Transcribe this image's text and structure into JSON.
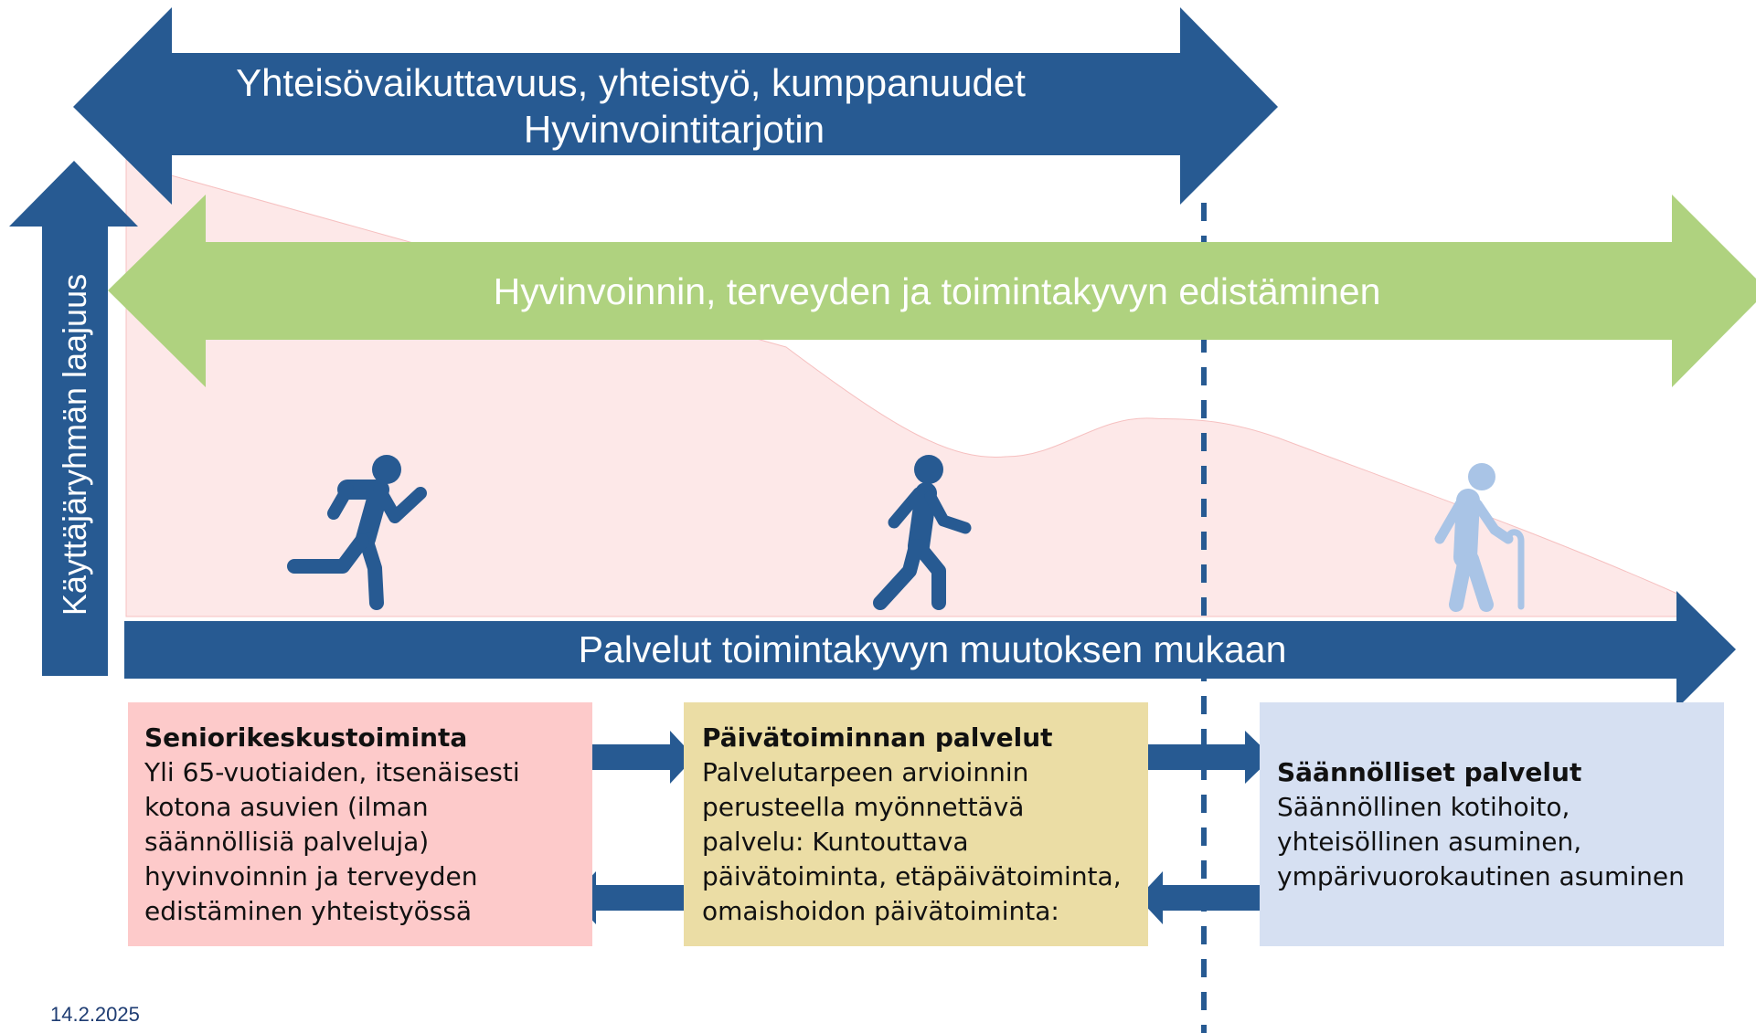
{
  "top_arrow": {
    "line1": "Yhteisövaikuttavuus, yhteistyö, kumppanuudet",
    "line2": "Hyvinvointitarjotin"
  },
  "green_arrow": {
    "label": "Hyvinvoinnin, terveyden ja toimintakyvyn edistäminen"
  },
  "vertical_arrow": {
    "label": "Käyttäjäryhmän laajuus"
  },
  "bottom_arrow": {
    "label": "Palvelut toimintakyvyn muutoksen mukaan"
  },
  "boxes": [
    {
      "heading": "Seniorikeskustoiminta",
      "body": "Yli 65-vuotiaiden, itsenäisesti\nkotona asuvien (ilman\nsäännöllisiä palveluja)\nhyvinvoinnin ja terveyden\nedistäminen yhteistyössä"
    },
    {
      "heading": "Päivätoiminnan palvelut",
      "body": "Palvelutarpeen arvioinnin\nperusteella myönnettävä\npalvelu: Kuntouttava\npäivätoiminta, etäpäivätoiminta,\nomaishoidon päivätoiminta:"
    },
    {
      "heading": "Säännölliset palvelut",
      "body": "Säännöllinen kotihoito,\nyhteisöllinen asuminen,\nympärivuorokautinen asuminen"
    }
  ],
  "figures": [
    "running-person-icon",
    "walking-person-icon",
    "elderly-person-with-cane-icon"
  ],
  "footer": {
    "date": "14.2.2025"
  },
  "colors": {
    "dark_blue": "#275a92",
    "green": "#afd27f",
    "light_blue_figure": "#a9c4e6",
    "area_fill": "#fde8e8",
    "box1": "#fdcaca",
    "box2": "#ebdda5",
    "box3": "#d6e0f2"
  }
}
